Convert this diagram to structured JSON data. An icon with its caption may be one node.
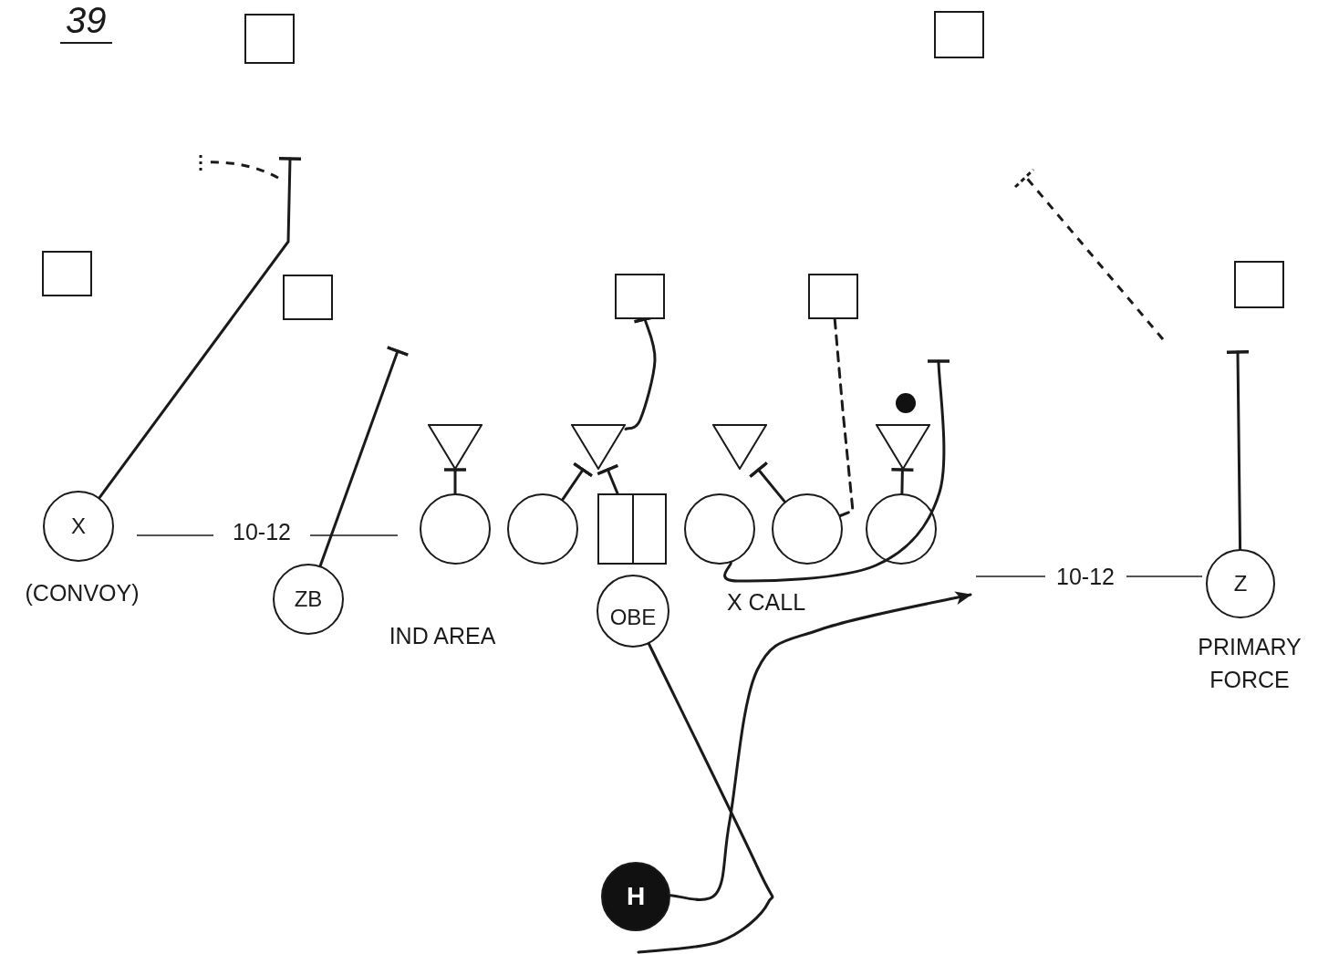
{
  "diagram": {
    "title": "39",
    "nodes": [
      {
        "text": [],
        "shape": "box"
      },
      {
        "text": [],
        "shape": "box"
      },
      {
        "text": [],
        "shape": "box"
      },
      {
        "text": [],
        "shape": "box"
      },
      {
        "text": [],
        "shape": "box"
      },
      {
        "text": [],
        "shape": "box"
      },
      {
        "text": [],
        "shape": "box"
      },
      {
        "text": [],
        "shape": "triangle"
      },
      {
        "text": [],
        "shape": "triangle"
      },
      {
        "text": [],
        "shape": "triangle"
      },
      {
        "text": [],
        "shape": "triangle"
      },
      {
        "text": [
          "X"
        ],
        "beside": [
          "(CONVOY)"
        ]
      },
      {
        "text": [],
        "shape": "circle"
      },
      {
        "text": [],
        "shape": "circle"
      },
      {
        "text": [],
        "shape": "box"
      },
      {
        "text": [],
        "shape": "circle"
      },
      {
        "text": [],
        "shape": "circle"
      },
      {
        "text": [],
        "shape": "circle"
      },
      {
        "text": [
          "Z"
        ],
        "beside": [
          "PRIMARY FORCE"
        ]
      },
      {
        "text": [
          "ZB"
        ]
      },
      {
        "text": [
          "OBE"
        ]
      },
      {
        "text": [
          "H"
        ]
      }
    ],
    "edges": [
      {
        "from": 11,
        "to": null,
        "arrow": "other"
      },
      {
        "from": 19,
        "to": null,
        "arrow": "other"
      },
      {
        "from": 12,
        "to": 7,
        "arrow": "other"
      },
      {
        "from": 13,
        "to": 8,
        "arrow": "other"
      },
      {
        "from": 14,
        "to": 8,
        "arrow": "other"
      },
      {
        "from": 8,
        "to": 4,
        "arrow": "other"
      },
      {
        "from": 16,
        "to": 9,
        "arrow": "other"
      },
      {
        "from": 17,
        "to": 10,
        "arrow": "other"
      },
      {
        "from": 5,
        "to": 16,
        "arrow": "none",
        "style": "dashed"
      },
      {
        "from": 15,
        "to": null,
        "arrow": "other"
      },
      {
        "from": 18,
        "to": null,
        "arrow": "other"
      },
      {
        "from": 20,
        "to": null,
        "arrow": "none"
      },
      {
        "from": 21,
        "to": null,
        "arrow": "to"
      }
    ],
    "labels": [
      "10-12",
      "IND AREA",
      "X CALL",
      "10-12"
    ]
  }
}
